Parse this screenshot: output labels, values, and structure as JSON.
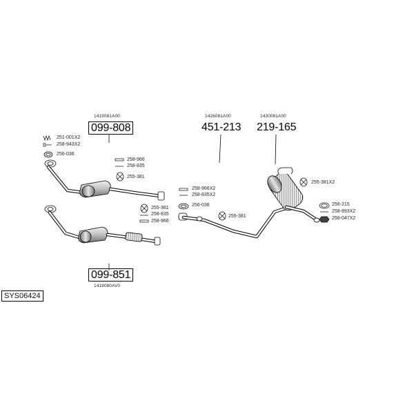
{
  "diagram_id": "SYS06424",
  "assemblies": [
    {
      "number": "099-808",
      "oem": "1419081A00",
      "boxed": true
    },
    {
      "number": "099-851",
      "oem": "1419080AV0",
      "boxed": true
    },
    {
      "number": "451-213",
      "oem": "1426081A00",
      "boxed": false
    },
    {
      "number": "219-165",
      "oem": "1430081A00",
      "boxed": false
    }
  ],
  "part_labels": {
    "a": "251-001X2",
    "b": "258-943X2",
    "c": "256-036",
    "d": "258-966",
    "e": "258-835",
    "f": "255-381",
    "g": "255-381",
    "h": "258-835",
    "i": "258-966",
    "j": "258-966X2",
    "k": "258-835X2",
    "l": "256-036",
    "m": "255-381",
    "n": "255-381X2",
    "o": "256-215",
    "p": "258-893X2",
    "q": "258-047X2"
  },
  "colors": {
    "line": "#000000",
    "fill": "#ffffff",
    "shade": "#9a9a9a"
  }
}
